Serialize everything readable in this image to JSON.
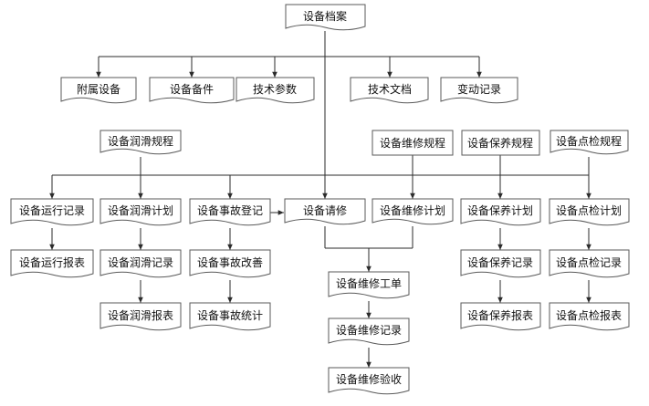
{
  "diagram": {
    "root": "设备档案",
    "archive_parts": [
      "附属设备",
      "设备备件",
      "技术参数",
      "技术文档",
      "变动记录"
    ],
    "rules": {
      "lubrication": "设备润滑规程",
      "repair": "设备维修规程",
      "maintenance": "设备保养规程",
      "inspection": "设备点检规程"
    },
    "operation": [
      "设备运行记录",
      "设备运行报表"
    ],
    "lubrication_flow": [
      "设备润滑计划",
      "设备润滑记录",
      "设备润滑报表"
    ],
    "accident_flow": [
      "设备事故登记",
      "设备事故改善",
      "设备事故统计"
    ],
    "repair_request": "设备请修",
    "repair_plan": "设备维修计划",
    "repair_flow": [
      "设备维修工单",
      "设备维修记录",
      "设备维修验收"
    ],
    "maintenance_flow": [
      "设备保养计划",
      "设备保养记录",
      "设备保养报表"
    ],
    "inspection_flow": [
      "设备点检计划",
      "设备点检记录",
      "设备点检报表"
    ]
  }
}
